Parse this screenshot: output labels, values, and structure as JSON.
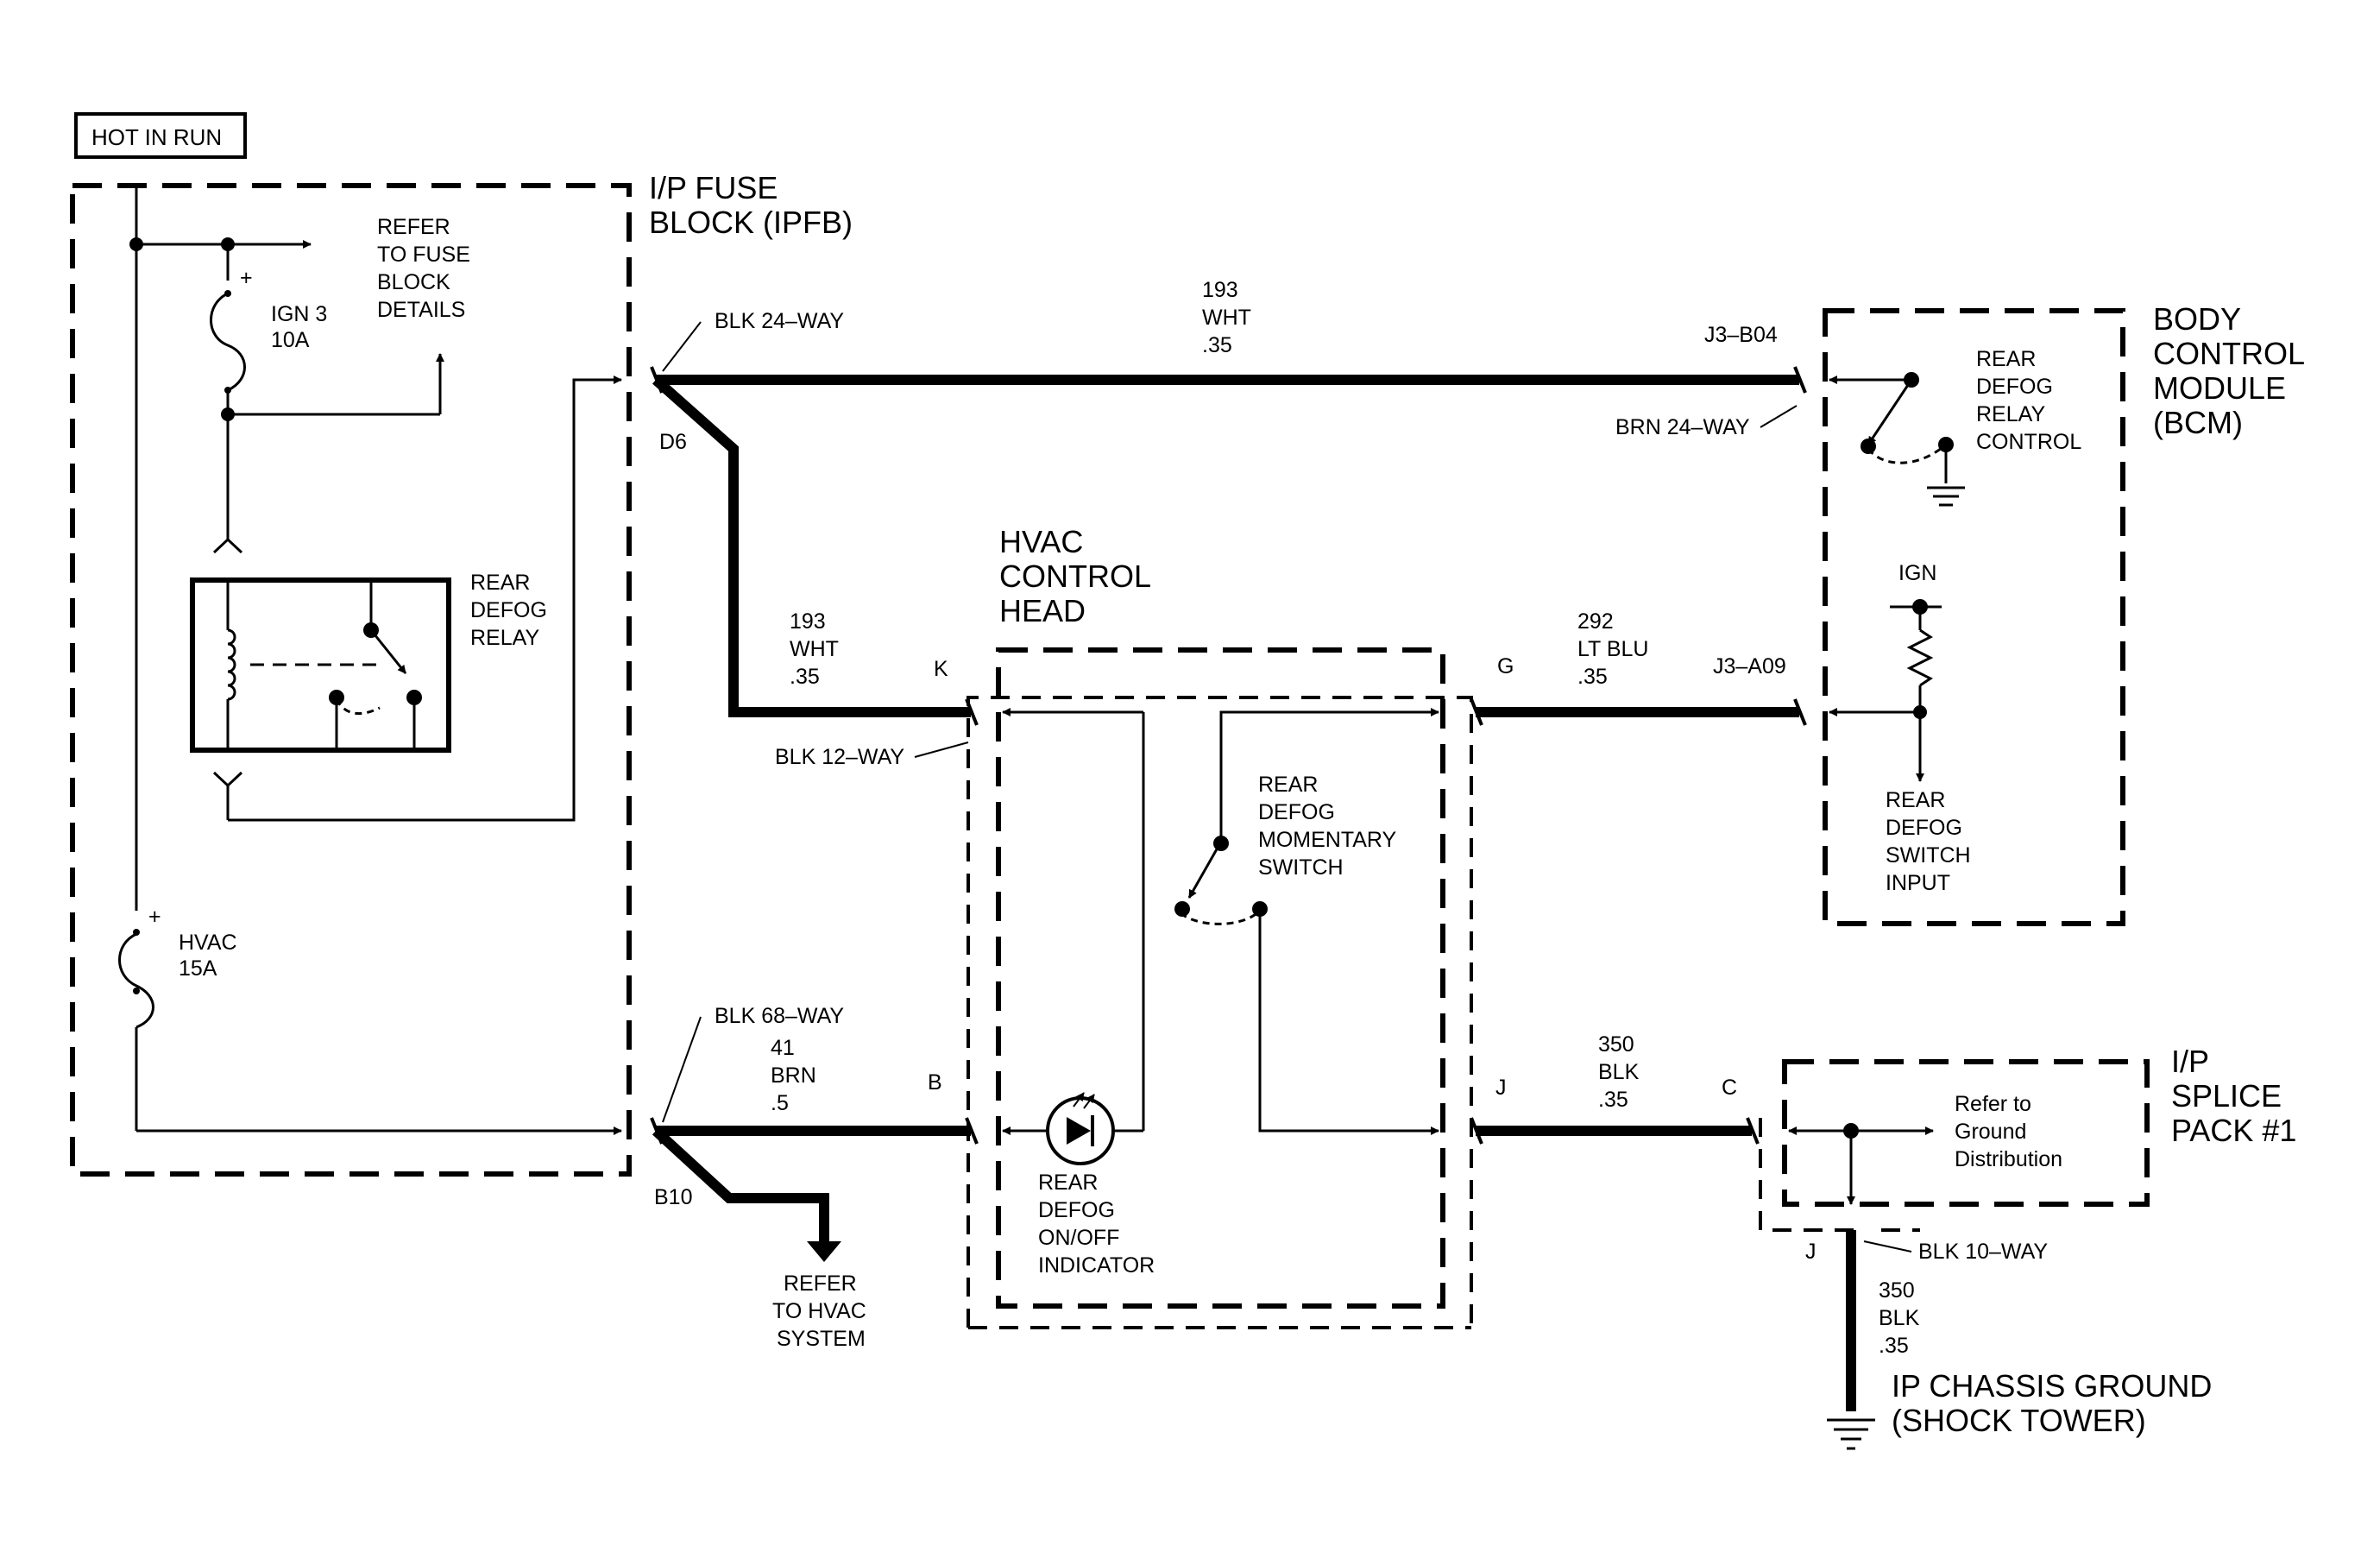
{
  "banner": "HOT IN RUN",
  "components": {
    "ipfb": [
      "I/P FUSE",
      "BLOCK (IPFB)"
    ],
    "bcm": [
      "BODY",
      "CONTROL",
      "MODULE",
      "(BCM)"
    ],
    "hvac_head": [
      "HVAC",
      "CONTROL",
      "HEAD"
    ],
    "splice": [
      "I/P",
      "SPLICE",
      "PACK #1"
    ],
    "ground": [
      "IP CHASSIS GROUND",
      "(SHOCK TOWER)"
    ]
  },
  "fuses": {
    "ign3": [
      "IGN 3",
      "10A"
    ],
    "hvac": [
      "HVAC",
      "15A"
    ],
    "plus": "+"
  },
  "notes": {
    "fuse_details": [
      "REFER",
      "TO FUSE",
      "BLOCK",
      "DETAILS"
    ],
    "relay": [
      "REAR",
      "DEFOG",
      "RELAY"
    ],
    "hvac_system": [
      "REFER",
      "TO HVAC",
      "SYSTEM"
    ],
    "bcm_control": [
      "REAR",
      "DEFOG",
      "RELAY",
      "CONTROL"
    ],
    "ign": "IGN",
    "bcm_input": [
      "REAR",
      "DEFOG",
      "SWITCH",
      "INPUT"
    ],
    "switch": [
      "REAR",
      "DEFOG",
      "MOMENTARY",
      "SWITCH"
    ],
    "indicator": [
      "REAR",
      "DEFOG",
      "ON/OFF",
      "INDICATOR"
    ],
    "ground_dist": [
      "Refer to",
      "Ground",
      "Distribution"
    ]
  },
  "connectors": {
    "blk24": "BLK 24–WAY",
    "d6": "D6",
    "j3b04": "J3–B04",
    "brn24": "BRN 24–WAY",
    "k": "K",
    "blk12": "BLK 12–WAY",
    "g": "G",
    "j3a09": "J3–A09",
    "blk68": "BLK 68–WAY",
    "b": "B",
    "b10": "B10",
    "j": "J",
    "c": "C",
    "j2": "J",
    "blk10": "BLK 10–WAY"
  },
  "wires": {
    "w193_top": [
      "193",
      "WHT",
      ".35"
    ],
    "w193_mid": [
      "193",
      "WHT",
      ".35"
    ],
    "w292": [
      "292",
      "LT BLU",
      ".35"
    ],
    "w41": [
      "41",
      "BRN",
      ".5"
    ],
    "w350a": [
      "350",
      "BLK",
      ".35"
    ],
    "w350b": [
      "350",
      "BLK",
      ".35"
    ]
  }
}
